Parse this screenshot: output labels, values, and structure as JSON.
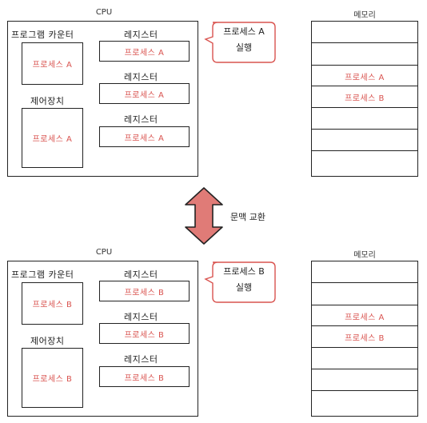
{
  "colors": {
    "accent": "#d9534f",
    "arrow_fill": "#e07b77",
    "stroke": "#222222"
  },
  "context_switch_label": "문맥 교환",
  "panels": [
    {
      "cpu_title": "CPU",
      "memory_title": "메모리",
      "program_counter_label": "프로그램 카운터",
      "program_counter_value": "프로세스 A",
      "control_unit_label": "제어장치",
      "control_unit_value": "프로세스 A",
      "registers": [
        {
          "label": "레지스터",
          "value": "프로세스 A"
        },
        {
          "label": "레지스터",
          "value": "프로세스 A"
        },
        {
          "label": "레지스터",
          "value": "프로세스 A"
        }
      ],
      "bubble_line1": "프로세스 A",
      "bubble_line2": "실행",
      "memory_slots": [
        "",
        "",
        "프로세스 A",
        "프로세스 B",
        "",
        "",
        "",
        ""
      ]
    },
    {
      "cpu_title": "CPU",
      "memory_title": "메모리",
      "program_counter_label": "프로그램 카운터",
      "program_counter_value": "프로세스 B",
      "control_unit_label": "제어장치",
      "control_unit_value": "프로세스 B",
      "registers": [
        {
          "label": "레지스터",
          "value": "프로세스 B"
        },
        {
          "label": "레지스터",
          "value": "프로세스 B"
        },
        {
          "label": "레지스터",
          "value": "프로세스 B"
        }
      ],
      "bubble_line1": "프로세스 B",
      "bubble_line2": "실행",
      "memory_slots": [
        "",
        "",
        "프로세스 A",
        "프로세스 B",
        "",
        "",
        "",
        ""
      ]
    }
  ]
}
